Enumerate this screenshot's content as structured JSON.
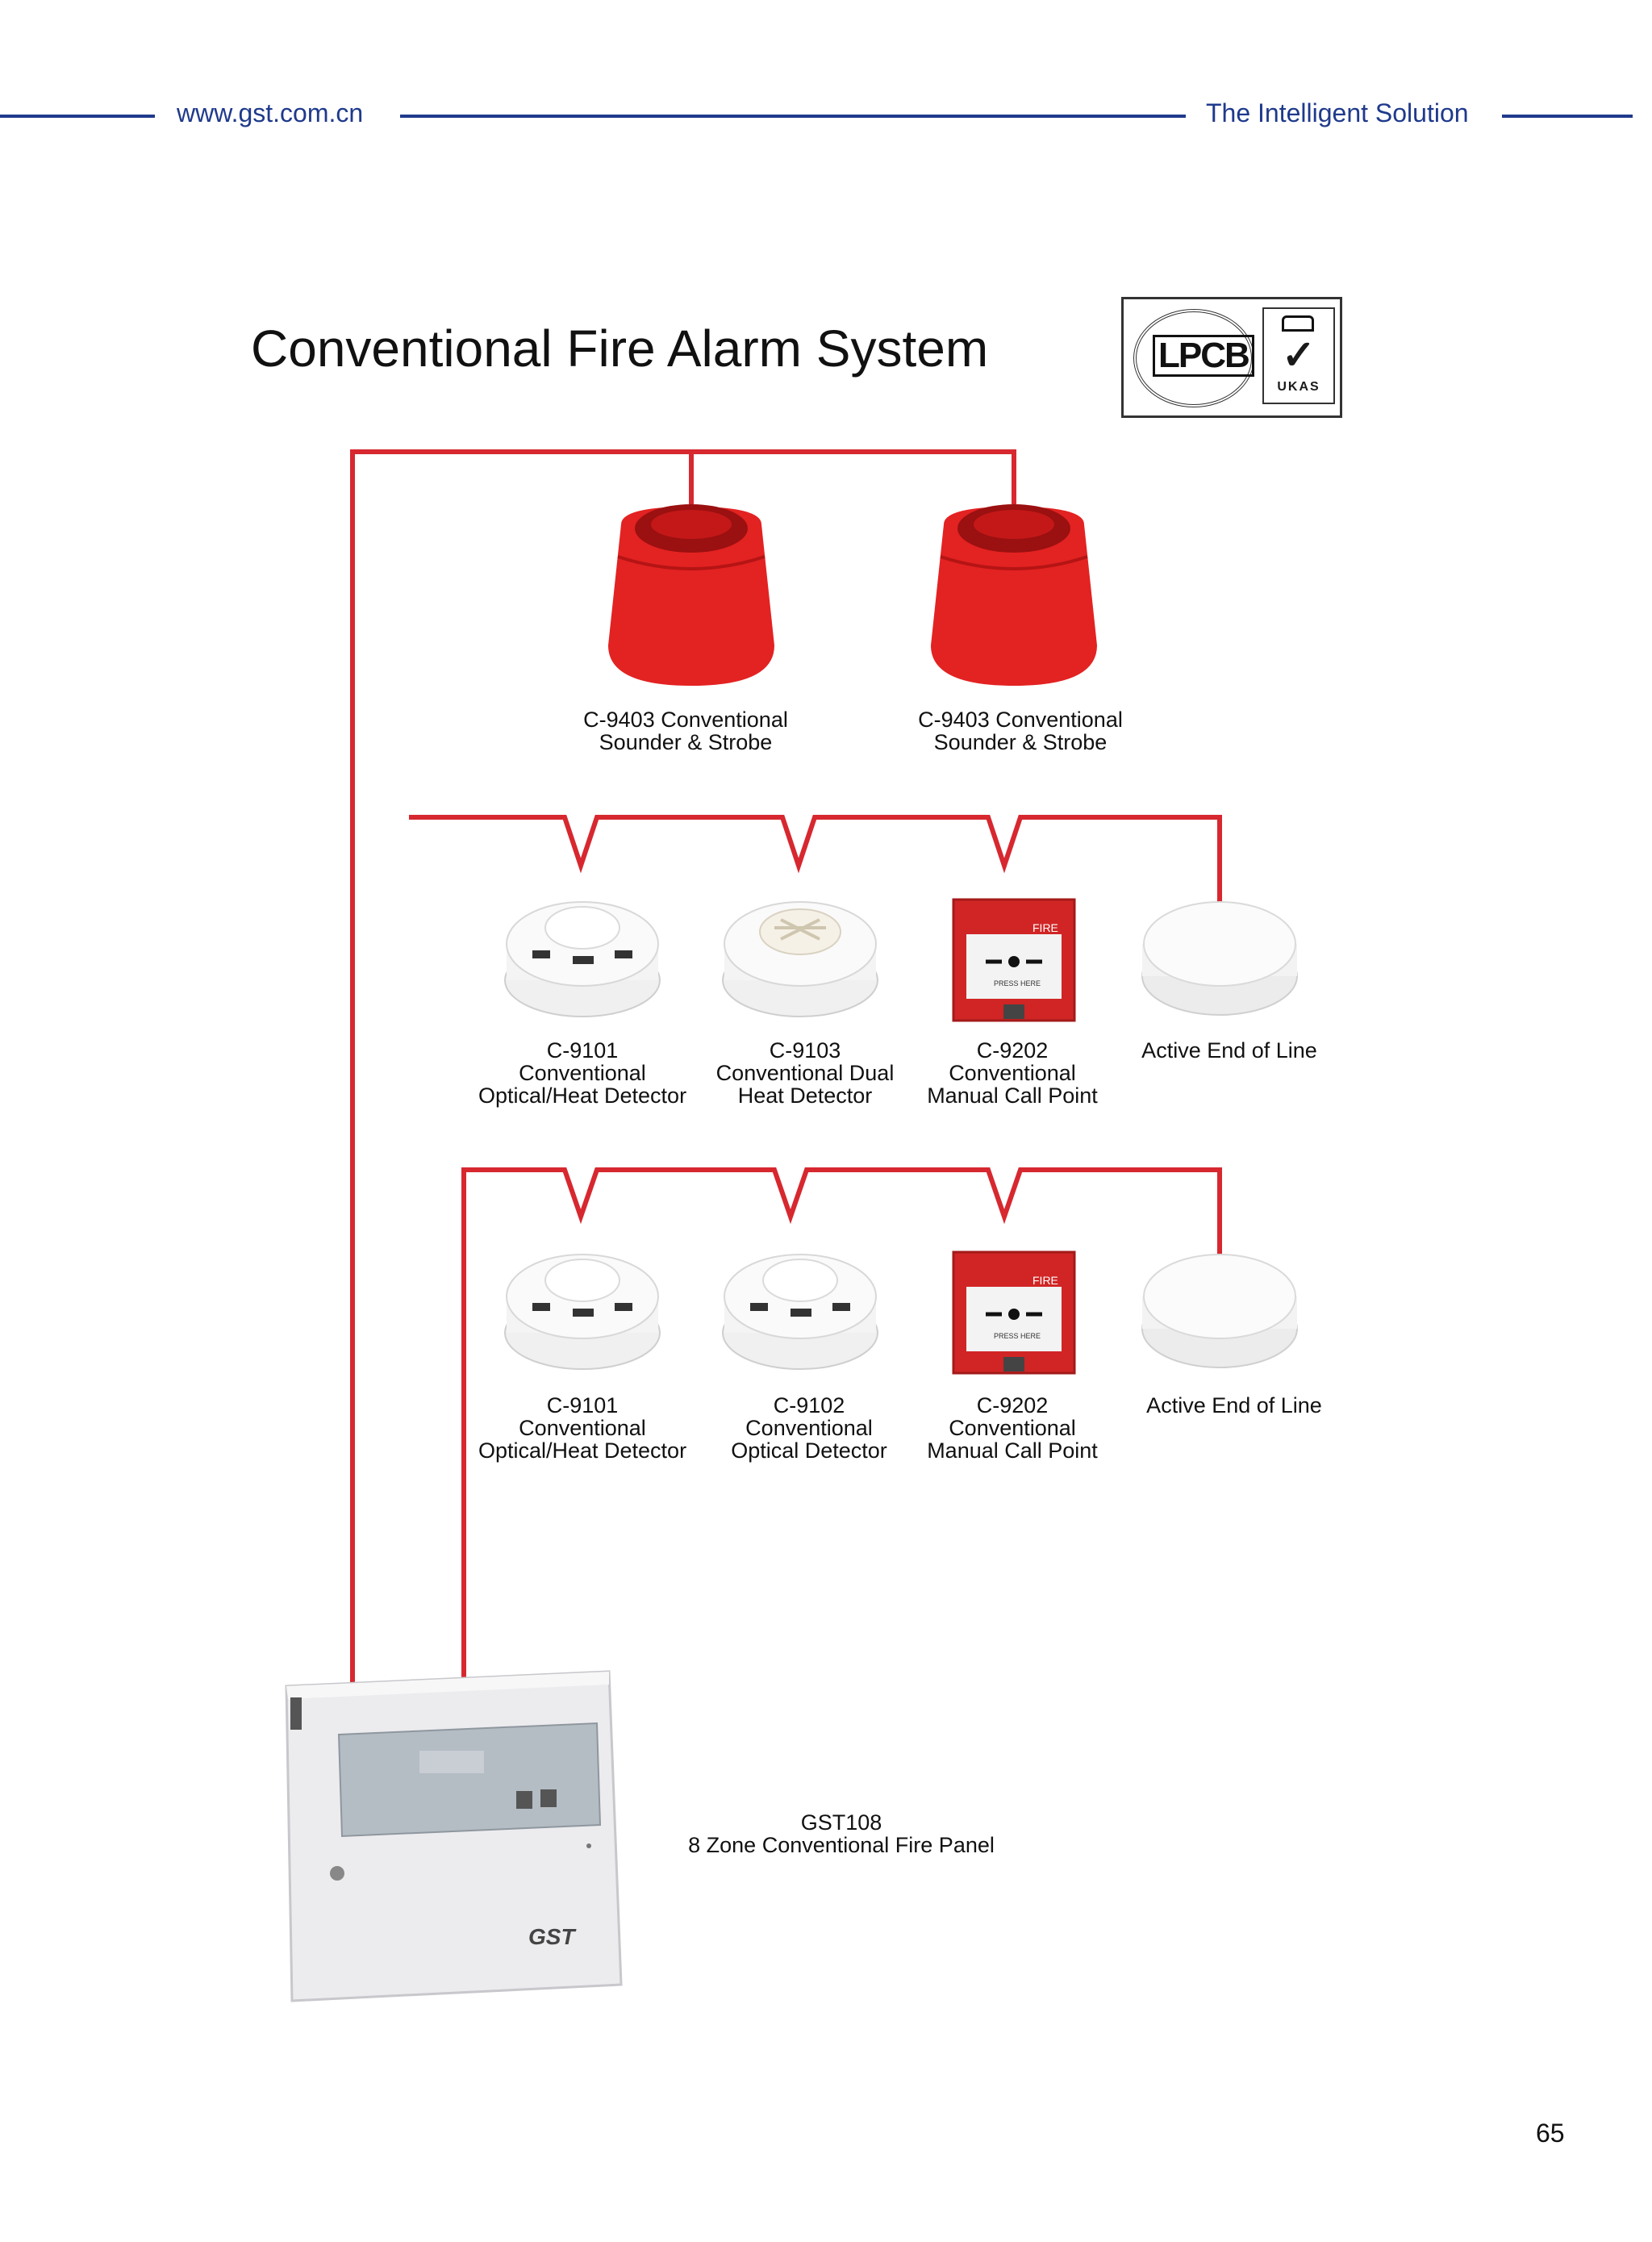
{
  "header": {
    "website": "www.gst.com.cn",
    "tagline": "The Intelligent Solution",
    "line_color": "#1f3a8c"
  },
  "title": "Conventional Fire Alarm System",
  "certification": {
    "left_mark": "LPCB",
    "right_mark": "UKAS",
    "icons": [
      "lpcb-seal-icon",
      "ukas-crown-check-icon"
    ]
  },
  "wire_color": "#d7282f",
  "sounders": [
    {
      "label_lines": [
        "C-9403 Conventional",
        "Sounder & Strobe"
      ]
    },
    {
      "label_lines": [
        "C-9403 Conventional",
        "Sounder & Strobe"
      ]
    }
  ],
  "zone1": [
    {
      "label_lines": [
        "C-9101",
        "Conventional",
        "Optical/Heat Detector"
      ],
      "icon": "smoke-detector-icon"
    },
    {
      "label_lines": [
        "C-9103",
        "Conventional Dual",
        "Heat Detector"
      ],
      "icon": "heat-detector-icon"
    },
    {
      "label_lines": [
        "C-9202",
        "Conventional",
        "Manual Call Point"
      ],
      "icon": "manual-call-point-icon"
    },
    {
      "label_lines": [
        "Active End of Line"
      ],
      "icon": "end-of-line-icon"
    }
  ],
  "zone2": [
    {
      "label_lines": [
        "C-9101",
        "Conventional",
        "Optical/Heat Detector"
      ],
      "icon": "smoke-detector-icon"
    },
    {
      "label_lines": [
        "C-9102",
        "Conventional",
        "Optical Detector"
      ],
      "icon": "smoke-detector-icon"
    },
    {
      "label_lines": [
        "C-9202",
        "Conventional",
        "Manual Call Point"
      ],
      "icon": "manual-call-point-icon"
    },
    {
      "label_lines": [
        "Active End of Line"
      ],
      "icon": "end-of-line-icon"
    }
  ],
  "panel": {
    "label_lines": [
      "GST108",
      "8 Zone Conventional Fire Panel"
    ],
    "brand": "GST"
  },
  "mcp_text": {
    "fire": "FIRE",
    "press": "PRESS HERE"
  },
  "page_number": "65"
}
